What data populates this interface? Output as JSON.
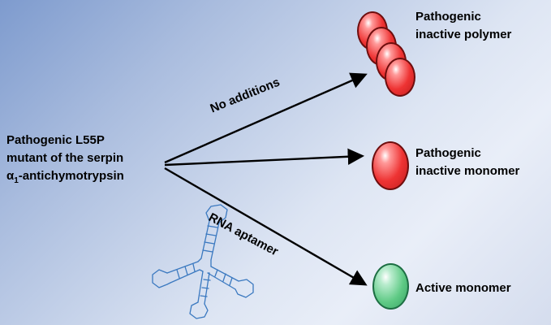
{
  "diagram": {
    "left_label": {
      "line1": "Pathogenic L55P",
      "line2": "mutant of the serpin",
      "line3_alpha": "α",
      "line3_sub": "1",
      "line3_rest": "-antichymotrypsin"
    },
    "arrows": {
      "top_label": "No additions",
      "bottom_label": "RNA aptamer"
    },
    "outcomes": {
      "polymer": {
        "line1": "Pathogenic",
        "line2": "inactive polymer"
      },
      "monomer": {
        "line1": "Pathogenic",
        "line2": "inactive monomer"
      },
      "active": {
        "label": "Active monomer"
      }
    },
    "colors": {
      "pathogenic_fill": "#ee3333",
      "pathogenic_border": "#6e0e0e",
      "active_fill": "#5fca85",
      "active_border": "#1d6e43",
      "rna": "#3b79c0",
      "arrow": "#000000"
    }
  }
}
